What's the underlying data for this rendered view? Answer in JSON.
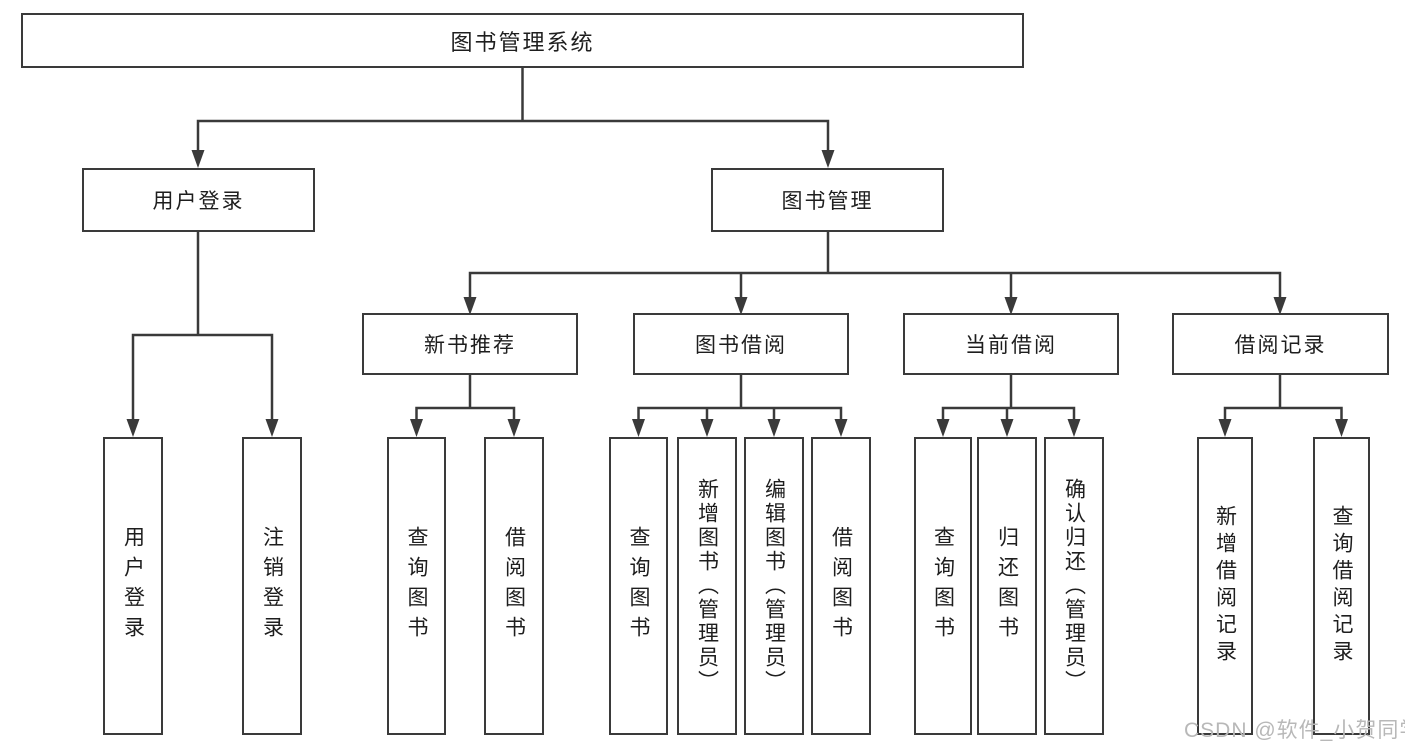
{
  "diagram_title": "图书管理系统",
  "tree": {
    "label": "图书管理系统",
    "children": [
      {
        "label": "用户登录",
        "children": [
          {
            "label": "用户登录"
          },
          {
            "label": "注销登录"
          }
        ]
      },
      {
        "label": "图书管理",
        "children": [
          {
            "label": "新书推荐",
            "children": [
              {
                "label": "查询图书"
              },
              {
                "label": "借阅图书"
              }
            ]
          },
          {
            "label": "图书借阅",
            "children": [
              {
                "label": "查询图书"
              },
              {
                "label": "新增图书（管理员）"
              },
              {
                "label": "编辑图书（管理员）"
              },
              {
                "label": "借阅图书"
              }
            ]
          },
          {
            "label": "当前借阅",
            "children": [
              {
                "label": "查询图书"
              },
              {
                "label": "归还图书"
              },
              {
                "label": "确认归还（管理员）"
              }
            ]
          },
          {
            "label": "借阅记录",
            "children": [
              {
                "label": "新增借阅记录"
              },
              {
                "label": "查询借阅记录"
              }
            ]
          }
        ]
      }
    ]
  },
  "watermark": {
    "text": "CSDN @软件_小贺同学",
    "color": "#b8b8b8"
  },
  "colors": {
    "line": "#3a3a3a",
    "text": "#1e1e1e",
    "background": "#ffffff"
  }
}
